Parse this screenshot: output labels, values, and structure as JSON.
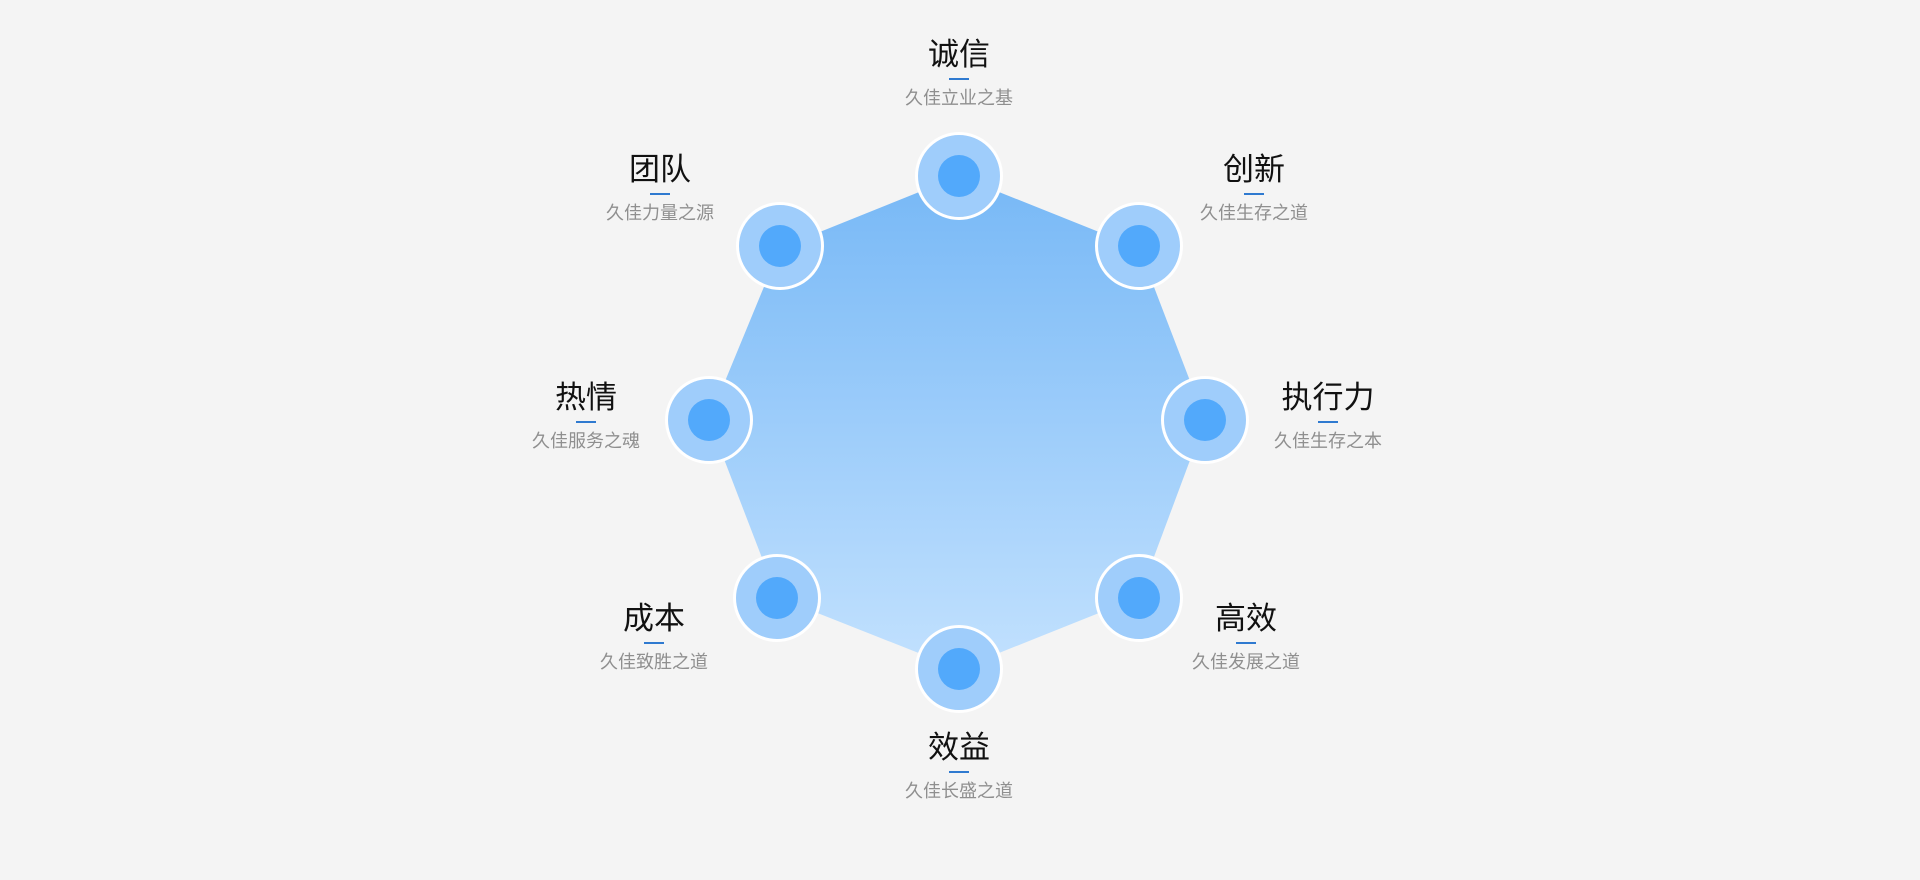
{
  "colors": {
    "background": "#f4f4f4",
    "polygon_top": "#77b8f6",
    "polygon_bottom": "#c2e1fe",
    "node_outer": "#9fcdfb",
    "node_inner": "#52a9fb",
    "node_border": "#ffffff",
    "title_text": "#111111",
    "subtitle_text": "#8f8f8f",
    "accent_bar": "#2f7ad0"
  },
  "values": [
    {
      "id": "chengxin",
      "title": "诚信",
      "subtitle": "久佳立业之基"
    },
    {
      "id": "chuangxin",
      "title": "创新",
      "subtitle": "久佳生存之道"
    },
    {
      "id": "zhixingli",
      "title": "执行力",
      "subtitle": "久佳生存之本"
    },
    {
      "id": "gaoxiao",
      "title": "高效",
      "subtitle": "久佳发展之道"
    },
    {
      "id": "xiaoyi",
      "title": "效益",
      "subtitle": "久佳长盛之道"
    },
    {
      "id": "chengben",
      "title": "成本",
      "subtitle": "久佳致胜之道"
    },
    {
      "id": "reqing",
      "title": "热情",
      "subtitle": "久佳服务之魂"
    },
    {
      "id": "tuandui",
      "title": "团队",
      "subtitle": "久佳力量之源"
    }
  ]
}
